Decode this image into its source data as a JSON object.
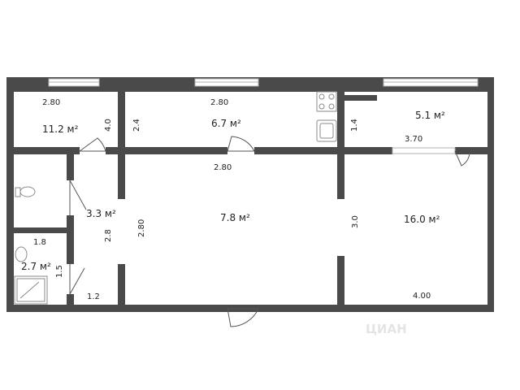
{
  "plan": {
    "rooms": [
      {
        "id": "room-top-left",
        "area": "11.2 м²",
        "dims": [
          "2.80",
          "4.0"
        ]
      },
      {
        "id": "kitchen",
        "area": "6.7 м²",
        "dims": [
          "2.80",
          "2.4"
        ]
      },
      {
        "id": "room-top-right",
        "area": "5.1 м²",
        "dims": [
          "3.70",
          "1.4"
        ]
      },
      {
        "id": "hallway",
        "area": "3.3 м²",
        "dims": [
          "2.8",
          "1.2"
        ]
      },
      {
        "id": "bathroom",
        "area": "2.7 м²",
        "dims": [
          "1.8",
          "1.5"
        ]
      },
      {
        "id": "living-room",
        "area": "7.8 м²",
        "dims": [
          "2.80",
          "2.80"
        ]
      },
      {
        "id": "room-big",
        "area": "16.0 м²",
        "dims": [
          "4.00",
          "3.0"
        ]
      }
    ],
    "watermark": "ЦИАН",
    "colors": {
      "wall": "#4a4a4a",
      "window": "#b0b0b0",
      "door": "#555555",
      "fixture": "#8a8a8a"
    }
  }
}
